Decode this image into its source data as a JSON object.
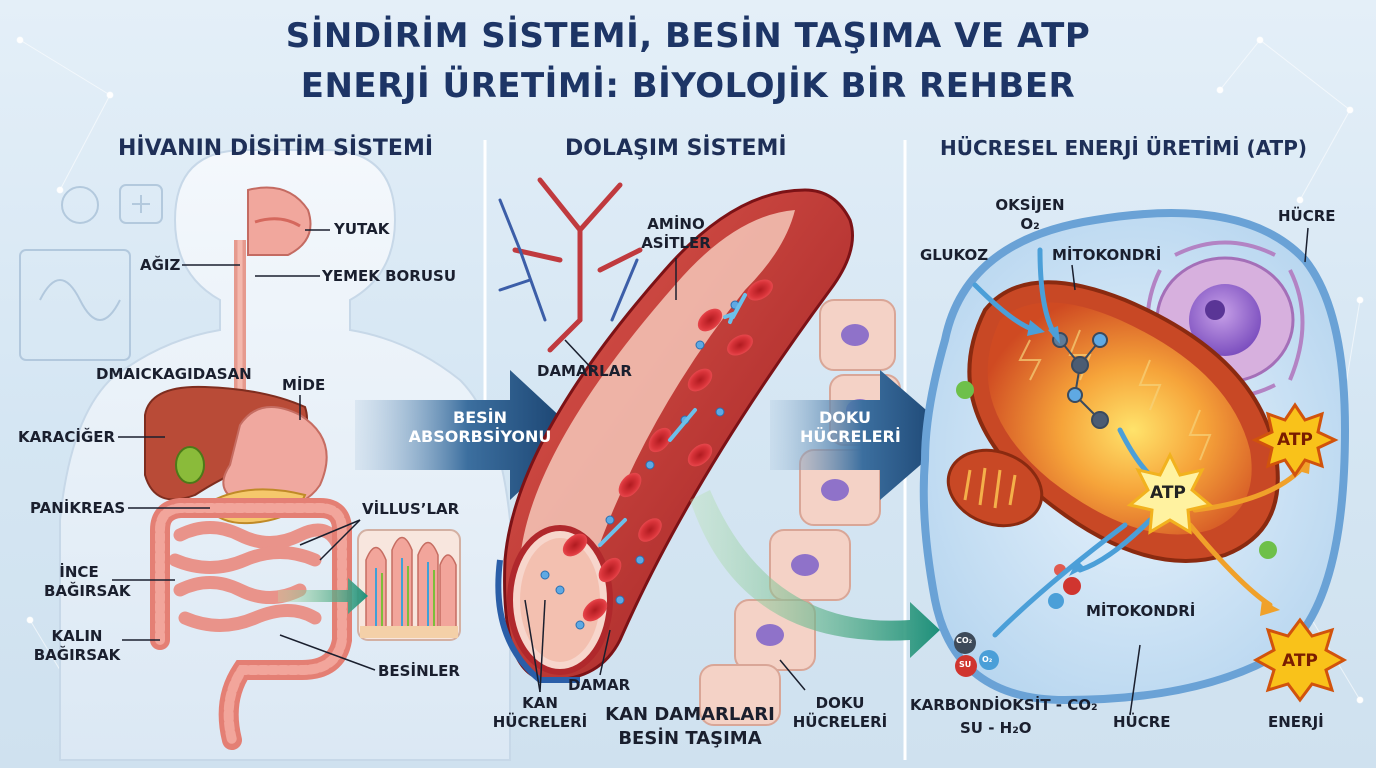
{
  "title": {
    "line1": "SİNDİRİM SİSTEMİ, BESİN TAŞIMA VE ATP",
    "line2": "ENERJİ ÜRETİMİ: BİYOLOJİK BİR REHBER"
  },
  "panels": {
    "digestive": {
      "title": "HİVANIN DİSİTİM SİSTEMİ",
      "labels": {
        "yutak": "YUTAK",
        "agiz": "AĞIZ",
        "yemek_borusu": "YEMEK BORUSU",
        "garbled": "DMAICKAGIDASAN",
        "mide": "MİDE",
        "karaciger": "KARACİĞER",
        "pankreas": "PANİKREAS",
        "villus": "VİLLUS’LAR",
        "ince_1": "İNCE",
        "ince_2": "BAĞIRSAK",
        "kalin_1": "KALIN",
        "kalin_2": "BAĞIRSAK",
        "besinler": "BESİNLER"
      }
    },
    "circulation": {
      "title": "DOLAŞIM SİSTEMİ",
      "labels": {
        "amino_1": "AMİNO",
        "amino_2": "ASİTLER",
        "damarlar": "DAMARLAR",
        "damar": "DAMAR",
        "kan_1": "KAN",
        "kan_2": "HÜCRELERİ",
        "caption_1": "KAN DAMARLARI",
        "caption_2": "BESİN TAŞIMA",
        "doku_1": "DOKU",
        "doku_2": "HÜCRELERİ"
      }
    },
    "cell": {
      "title": "HÜCRESEL ENERJİ ÜRETİMİ (ATP)",
      "labels": {
        "oksijen": "OKSİJEN",
        "o2": "O₂",
        "hucre_top": "HÜCRE",
        "glukoz": "GLUKOZ",
        "mitokondri_top": "MİTOKONDRİ",
        "mitokondri_bottom": "MİTOKONDRİ",
        "karbondioksit": "KARBONDİOKSİT - CO₂",
        "su": "SU - H₂O",
        "hucre_bottom": "HÜCRE",
        "enerji": "ENERJİ",
        "atp": "ATP",
        "co2_small": "CO₂",
        "su_small": "SU",
        "o2_small": "O₂"
      }
    }
  },
  "arrows": {
    "besin_1": "BESİN",
    "besin_2": "ABSORBSİYONU",
    "doku_1": "DOKU",
    "doku_2": "HÜCRELERİ"
  },
  "colors": {
    "title": "#1d3566",
    "arrow_blue": "#1f4f80",
    "blood": "#c0282b",
    "mitochondria": "#d9542a",
    "atp_star": "#f7b31b",
    "cell_membrane": "#7fb2df"
  }
}
